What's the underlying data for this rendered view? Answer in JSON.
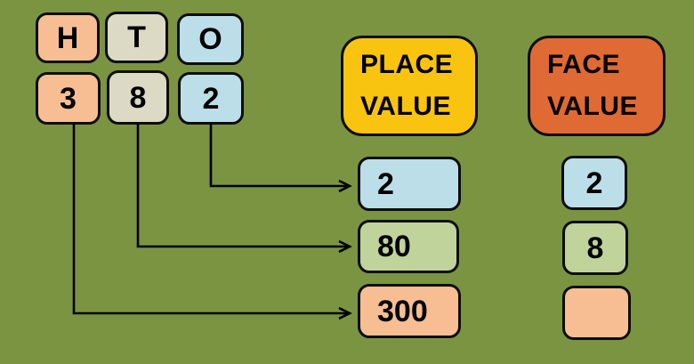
{
  "colors": {
    "background": "#7B9442",
    "peach": "#F6BE92",
    "tan": "#DCD9C5",
    "blue": "#BCDEE9",
    "green": "#C0D39A",
    "yellow": "#F9C40F",
    "orange": "#E06A33",
    "line": "#000000"
  },
  "number_grid": {
    "column_headers": [
      {
        "label": "H",
        "color": "peach"
      },
      {
        "label": "T",
        "color": "tan"
      },
      {
        "label": "O",
        "color": "blue"
      }
    ],
    "digits": [
      {
        "label": "3",
        "color": "peach"
      },
      {
        "label": "8",
        "color": "tan"
      },
      {
        "label": "2",
        "color": "blue"
      }
    ]
  },
  "place_value": {
    "heading_line1": "PLACE",
    "heading_line2": "VALUE",
    "items": [
      {
        "value": "2",
        "color": "blue"
      },
      {
        "value": "80",
        "color": "green"
      },
      {
        "value": "300",
        "color": "peach"
      }
    ]
  },
  "face_value": {
    "heading_line1": "FACE",
    "heading_line2": "VALUE",
    "items": [
      {
        "value": "2",
        "color": "blue"
      },
      {
        "value": "8",
        "color": "green"
      },
      {
        "value": "",
        "color": "peach"
      }
    ]
  },
  "arrows": [
    {
      "from": "digit-2",
      "to": "place-value-item-2"
    },
    {
      "from": "digit-8",
      "to": "place-value-item-80"
    },
    {
      "from": "digit-3",
      "to": "place-value-item-300"
    }
  ]
}
